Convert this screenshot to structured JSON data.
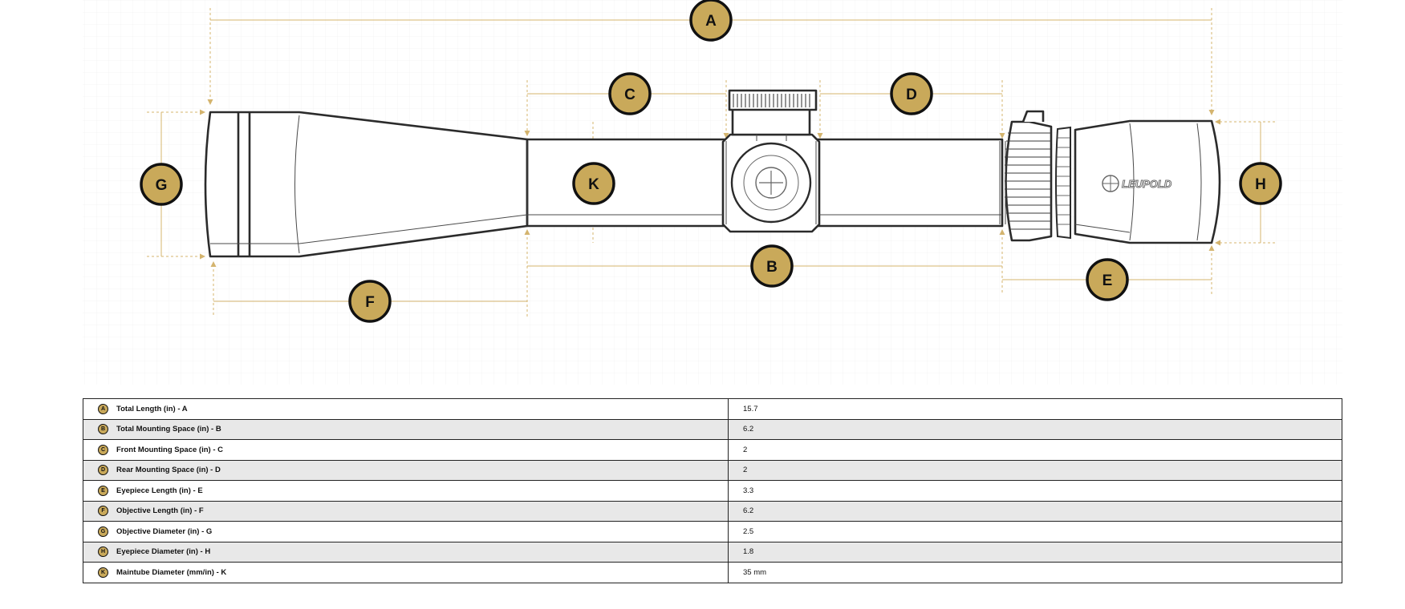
{
  "colors": {
    "accent": "#c9a95a",
    "outline": "#2b2b2b",
    "dimension_line": "#d4b46e",
    "grid": "#ececec"
  },
  "diagram": {
    "brand": "LEUPOLD",
    "callouts": [
      "A",
      "B",
      "C",
      "D",
      "E",
      "F",
      "G",
      "H",
      "K"
    ]
  },
  "specs": [
    {
      "letter": "A",
      "label": "Total Length (in) - A",
      "value": "15.7"
    },
    {
      "letter": "B",
      "label": "Total Mounting Space (in) - B",
      "value": "6.2"
    },
    {
      "letter": "C",
      "label": "Front Mounting Space (in) - C",
      "value": "2"
    },
    {
      "letter": "D",
      "label": "Rear Mounting Space (in) - D",
      "value": "2"
    },
    {
      "letter": "E",
      "label": "Eyepiece Length (in) - E",
      "value": "3.3"
    },
    {
      "letter": "F",
      "label": "Objective Length (in) - F",
      "value": "6.2"
    },
    {
      "letter": "G",
      "label": "Objective Diameter (in) - G",
      "value": "2.5"
    },
    {
      "letter": "H",
      "label": "Eyepiece Diameter (in) - H",
      "value": "1.8"
    },
    {
      "letter": "K",
      "label": "Maintube Diameter (mm/in) - K",
      "value": "35 mm"
    }
  ]
}
